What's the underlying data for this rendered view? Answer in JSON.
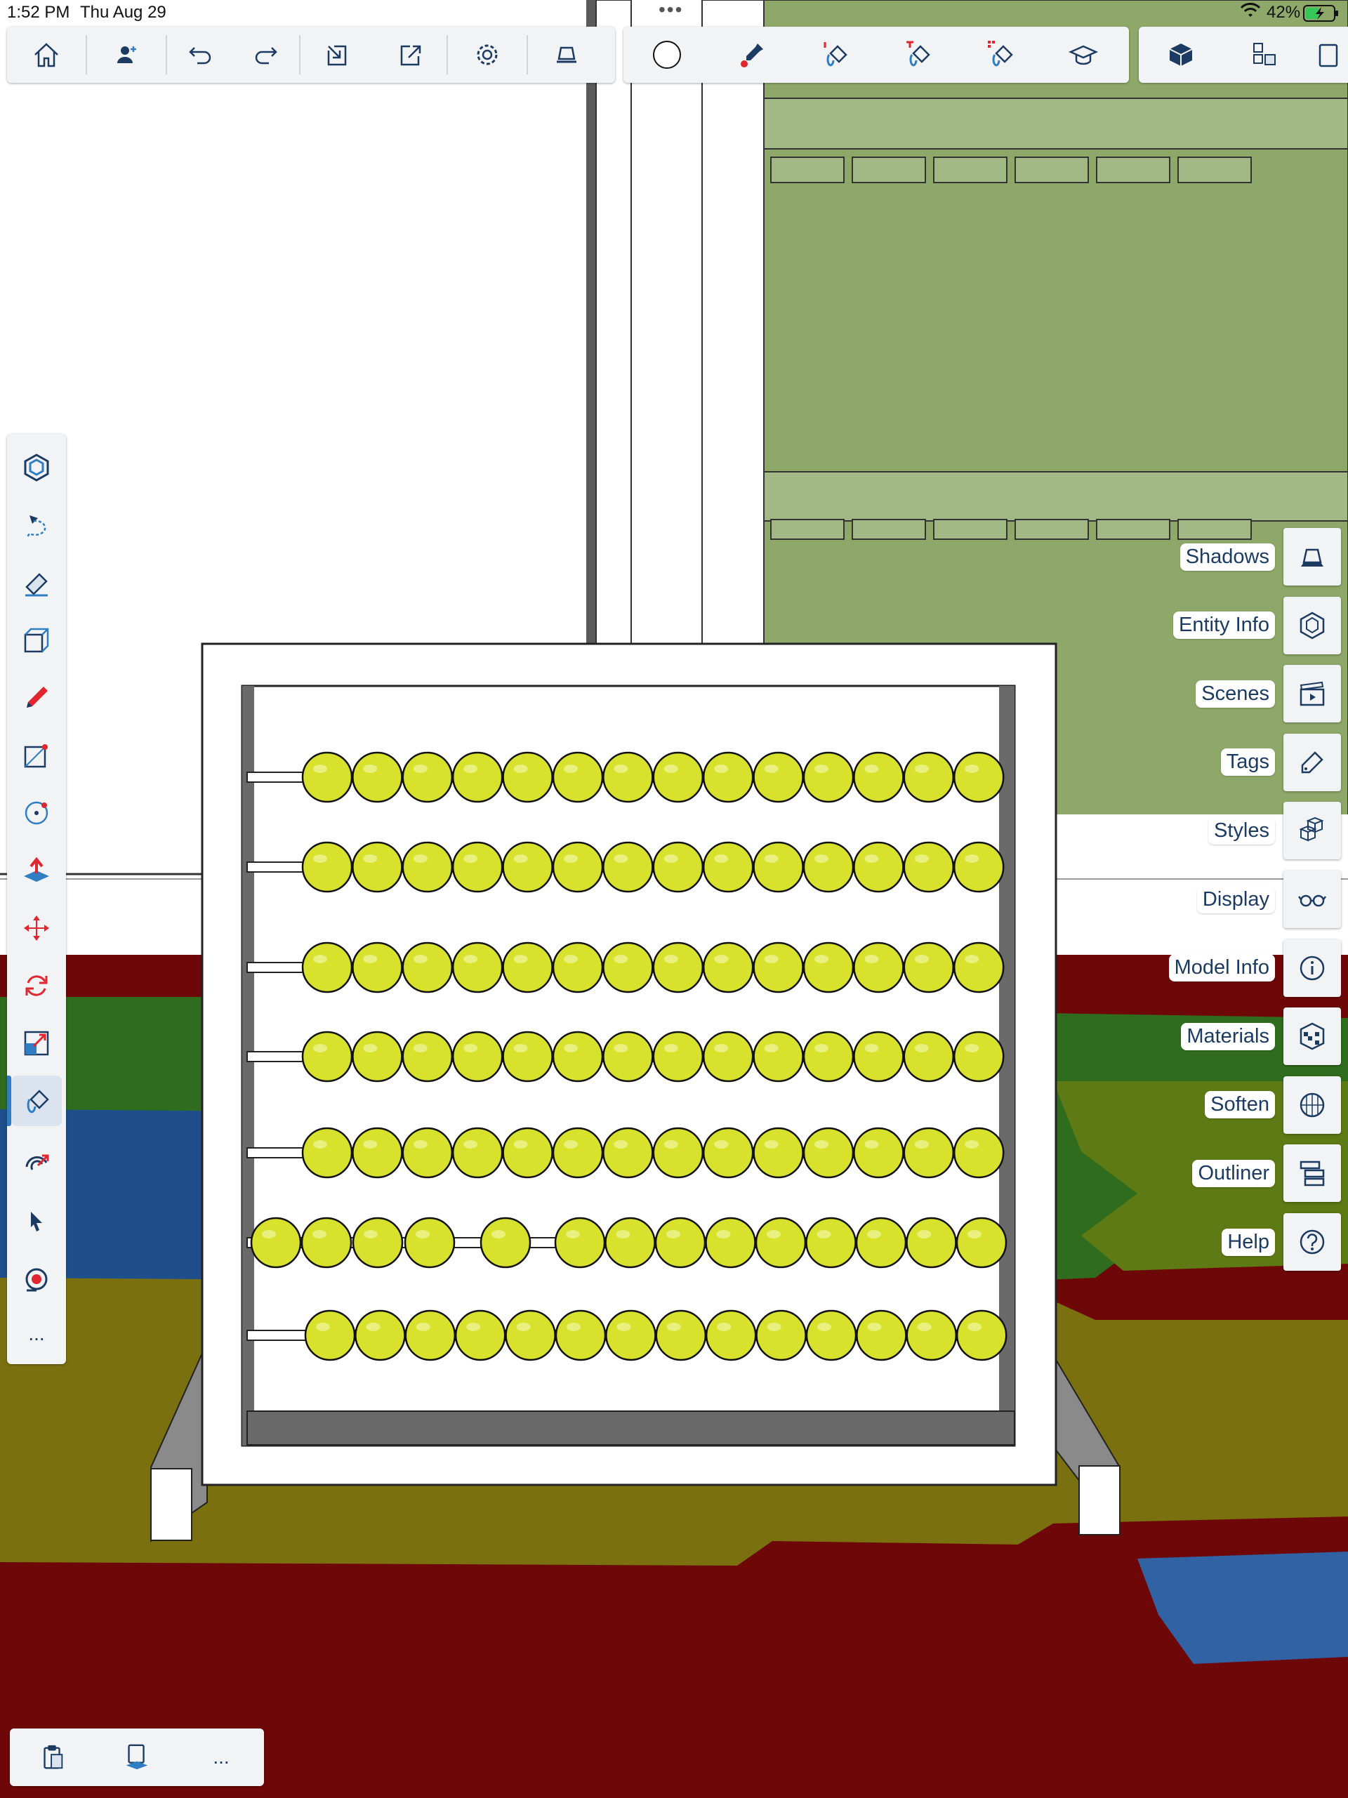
{
  "status_bar": {
    "time": "1:52 PM",
    "date": "Thu Aug 29",
    "battery": "42%"
  },
  "top_toolbar": {
    "group1_icons": [
      "home-icon",
      "add-person-icon",
      "undo-icon",
      "redo-icon",
      "import-icon",
      "export-icon",
      "settings-icon",
      "eraser-tray-icon"
    ],
    "group2_icons": [
      "circle-icon",
      "eyedropper-icon",
      "paint-bucket-red-icon",
      "paint-bucket-plus-icon",
      "paint-bucket-dots-icon",
      "graduation-cap-icon"
    ],
    "group3_icons": [
      "cube-icon",
      "components-icon",
      "clipboard-icon"
    ]
  },
  "left_toolbar": {
    "icons": [
      "select-hex-icon",
      "lasso-icon",
      "eraser-icon",
      "box-icon",
      "pencil-icon",
      "rectangle-icon",
      "circle-tool-icon",
      "push-pull-icon",
      "move-icon",
      "rotate-icon",
      "scale-icon",
      "paint-bucket-icon",
      "orbit-icon",
      "pointer-icon",
      "tape-measure-icon",
      "more-icon"
    ],
    "active": "paint-bucket-icon",
    "more_label": "..."
  },
  "bottom_bar": {
    "more_label": "..."
  },
  "panels": [
    {
      "label": "Shadows",
      "icon": "shadows-icon"
    },
    {
      "label": "Entity Info",
      "icon": "entity-info-icon"
    },
    {
      "label": "Scenes",
      "icon": "scenes-icon"
    },
    {
      "label": "Tags",
      "icon": "tag-icon"
    },
    {
      "label": "Styles",
      "icon": "styles-icon"
    },
    {
      "label": "Display",
      "icon": "glasses-icon"
    },
    {
      "label": "Model Info",
      "icon": "info-icon"
    },
    {
      "label": "Materials",
      "icon": "materials-icon"
    },
    {
      "label": "Soften",
      "icon": "soften-icon"
    },
    {
      "label": "Outliner",
      "icon": "outliner-icon"
    },
    {
      "label": "Help",
      "icon": "help-icon"
    }
  ],
  "model": {
    "abacus_rows": 7,
    "beads_per_row": 14,
    "bead_color": "#d8e22c",
    "floor_colors": [
      "#7a0000",
      "#2f6e1f",
      "#1f4f8a",
      "#7a7010"
    ],
    "shelf_color": "#98b07a"
  }
}
